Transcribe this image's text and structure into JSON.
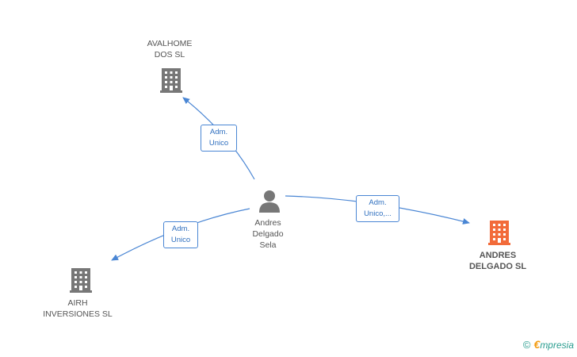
{
  "colors": {
    "edge": "#4a86d4",
    "building_default": "#777777",
    "building_highlight": "#f26b3a",
    "person": "#777777"
  },
  "nodes": {
    "avalhome": {
      "label": "AVALHOME\nDOS SL",
      "icon": "building-icon"
    },
    "andres_sl": {
      "label": "ANDRES\nDELGADO SL",
      "icon": "building-icon",
      "highlight": true
    },
    "person": {
      "label": "Andres\nDelgado\nSela",
      "icon": "person-icon"
    },
    "airh": {
      "label": "AIRH\nINVERSIONES SL",
      "icon": "building-icon"
    }
  },
  "edges": {
    "to_avalhome": {
      "label": "Adm.\nUnico"
    },
    "to_andres_sl": {
      "label": "Adm.\nUnico,..."
    },
    "to_airh": {
      "label": "Adm.\nUnico"
    }
  },
  "brand": {
    "copyright": "©",
    "e": "€",
    "rest": "mpresia"
  }
}
